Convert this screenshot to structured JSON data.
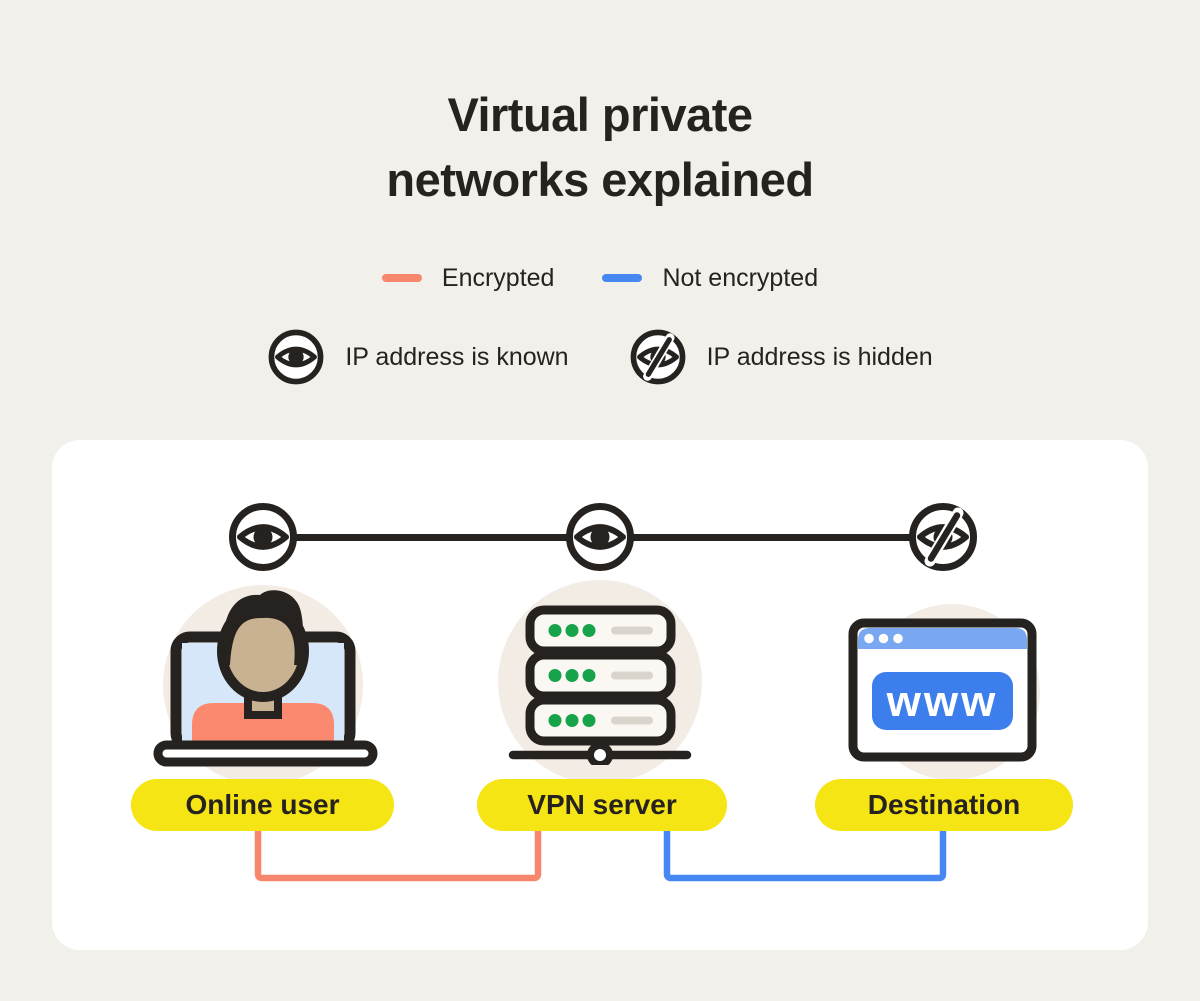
{
  "title": {
    "line1": "Virtual private",
    "line2": "networks explained"
  },
  "legend": {
    "encrypted": {
      "label": "Encrypted",
      "color": "#F6876C",
      "swatch": "orange-dash"
    },
    "not_encrypted": {
      "label": "Not encrypted",
      "color": "#4687F2",
      "swatch": "blue-dash"
    },
    "ip_known": {
      "label": "IP address is known",
      "icon": "eye-circle-icon"
    },
    "ip_hidden": {
      "label": "IP address is hidden",
      "icon": "eye-off-circle-icon"
    }
  },
  "diagram": {
    "nodes": [
      {
        "label": "Online user",
        "ip_status": "known",
        "illustration": "laptop-user"
      },
      {
        "label": "VPN server",
        "ip_status": "known",
        "illustration": "server-stack"
      },
      {
        "label": "Destination",
        "ip_status": "hidden",
        "illustration": "browser-window"
      }
    ],
    "connections": [
      {
        "from": "Online user",
        "to": "VPN server",
        "type": "Encrypted",
        "color": "#F6876C"
      },
      {
        "from": "VPN server",
        "to": "Destination",
        "type": "Not encrypted",
        "color": "#4687F2"
      }
    ],
    "browser_text": "www",
    "pill_color": "#F6E514"
  },
  "colors": {
    "background": "#F2F0EA",
    "card": "#FFFFFF",
    "ink": "#26221F",
    "yellow": "#F6E514",
    "orange": "#F6876C",
    "blue": "#4687F2",
    "green_led": "#16A34A",
    "backdrop_circle": "#F2ECE5",
    "screen_blue": "#D7E7FA",
    "skin": "#C8B291",
    "shirt": "#FB8970",
    "browser_header_blue": "#79A7F1",
    "www_box_blue": "#3C7EEC"
  }
}
